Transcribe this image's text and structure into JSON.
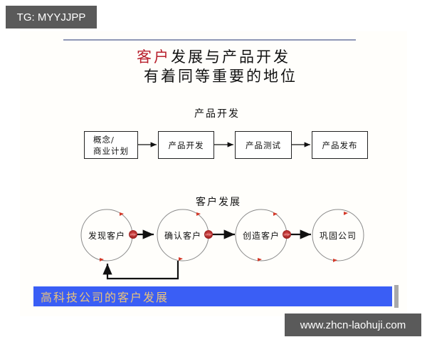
{
  "watermarks": {
    "top_left": "TG: MYYJJPP",
    "bottom_right": "www.zhcn-laohuji.com"
  },
  "title": {
    "line1_highlight": "客户",
    "line1_rest": "发展与产品开发",
    "line2": "有着同等重要的地位",
    "highlight_color": "#b81f2c"
  },
  "product_development": {
    "heading": "产品开发",
    "steps": [
      {
        "line1": "概念/",
        "line2": "商业计划"
      },
      {
        "line1": "产品开发",
        "line2": ""
      },
      {
        "line1": "产品测试",
        "line2": ""
      },
      {
        "line1": "产品发布",
        "line2": ""
      }
    ]
  },
  "customer_development": {
    "heading": "客户发展",
    "stages": [
      "发现客户",
      "确认客户",
      "创造客户",
      "巩固公司"
    ],
    "stop_badge_label": "STOP",
    "feedback_loop": "确认客户 → 发现客户"
  },
  "banner": {
    "text": "高科技公司的客户发展",
    "background": "#3a5ef5",
    "text_color": "#e9c37b"
  }
}
